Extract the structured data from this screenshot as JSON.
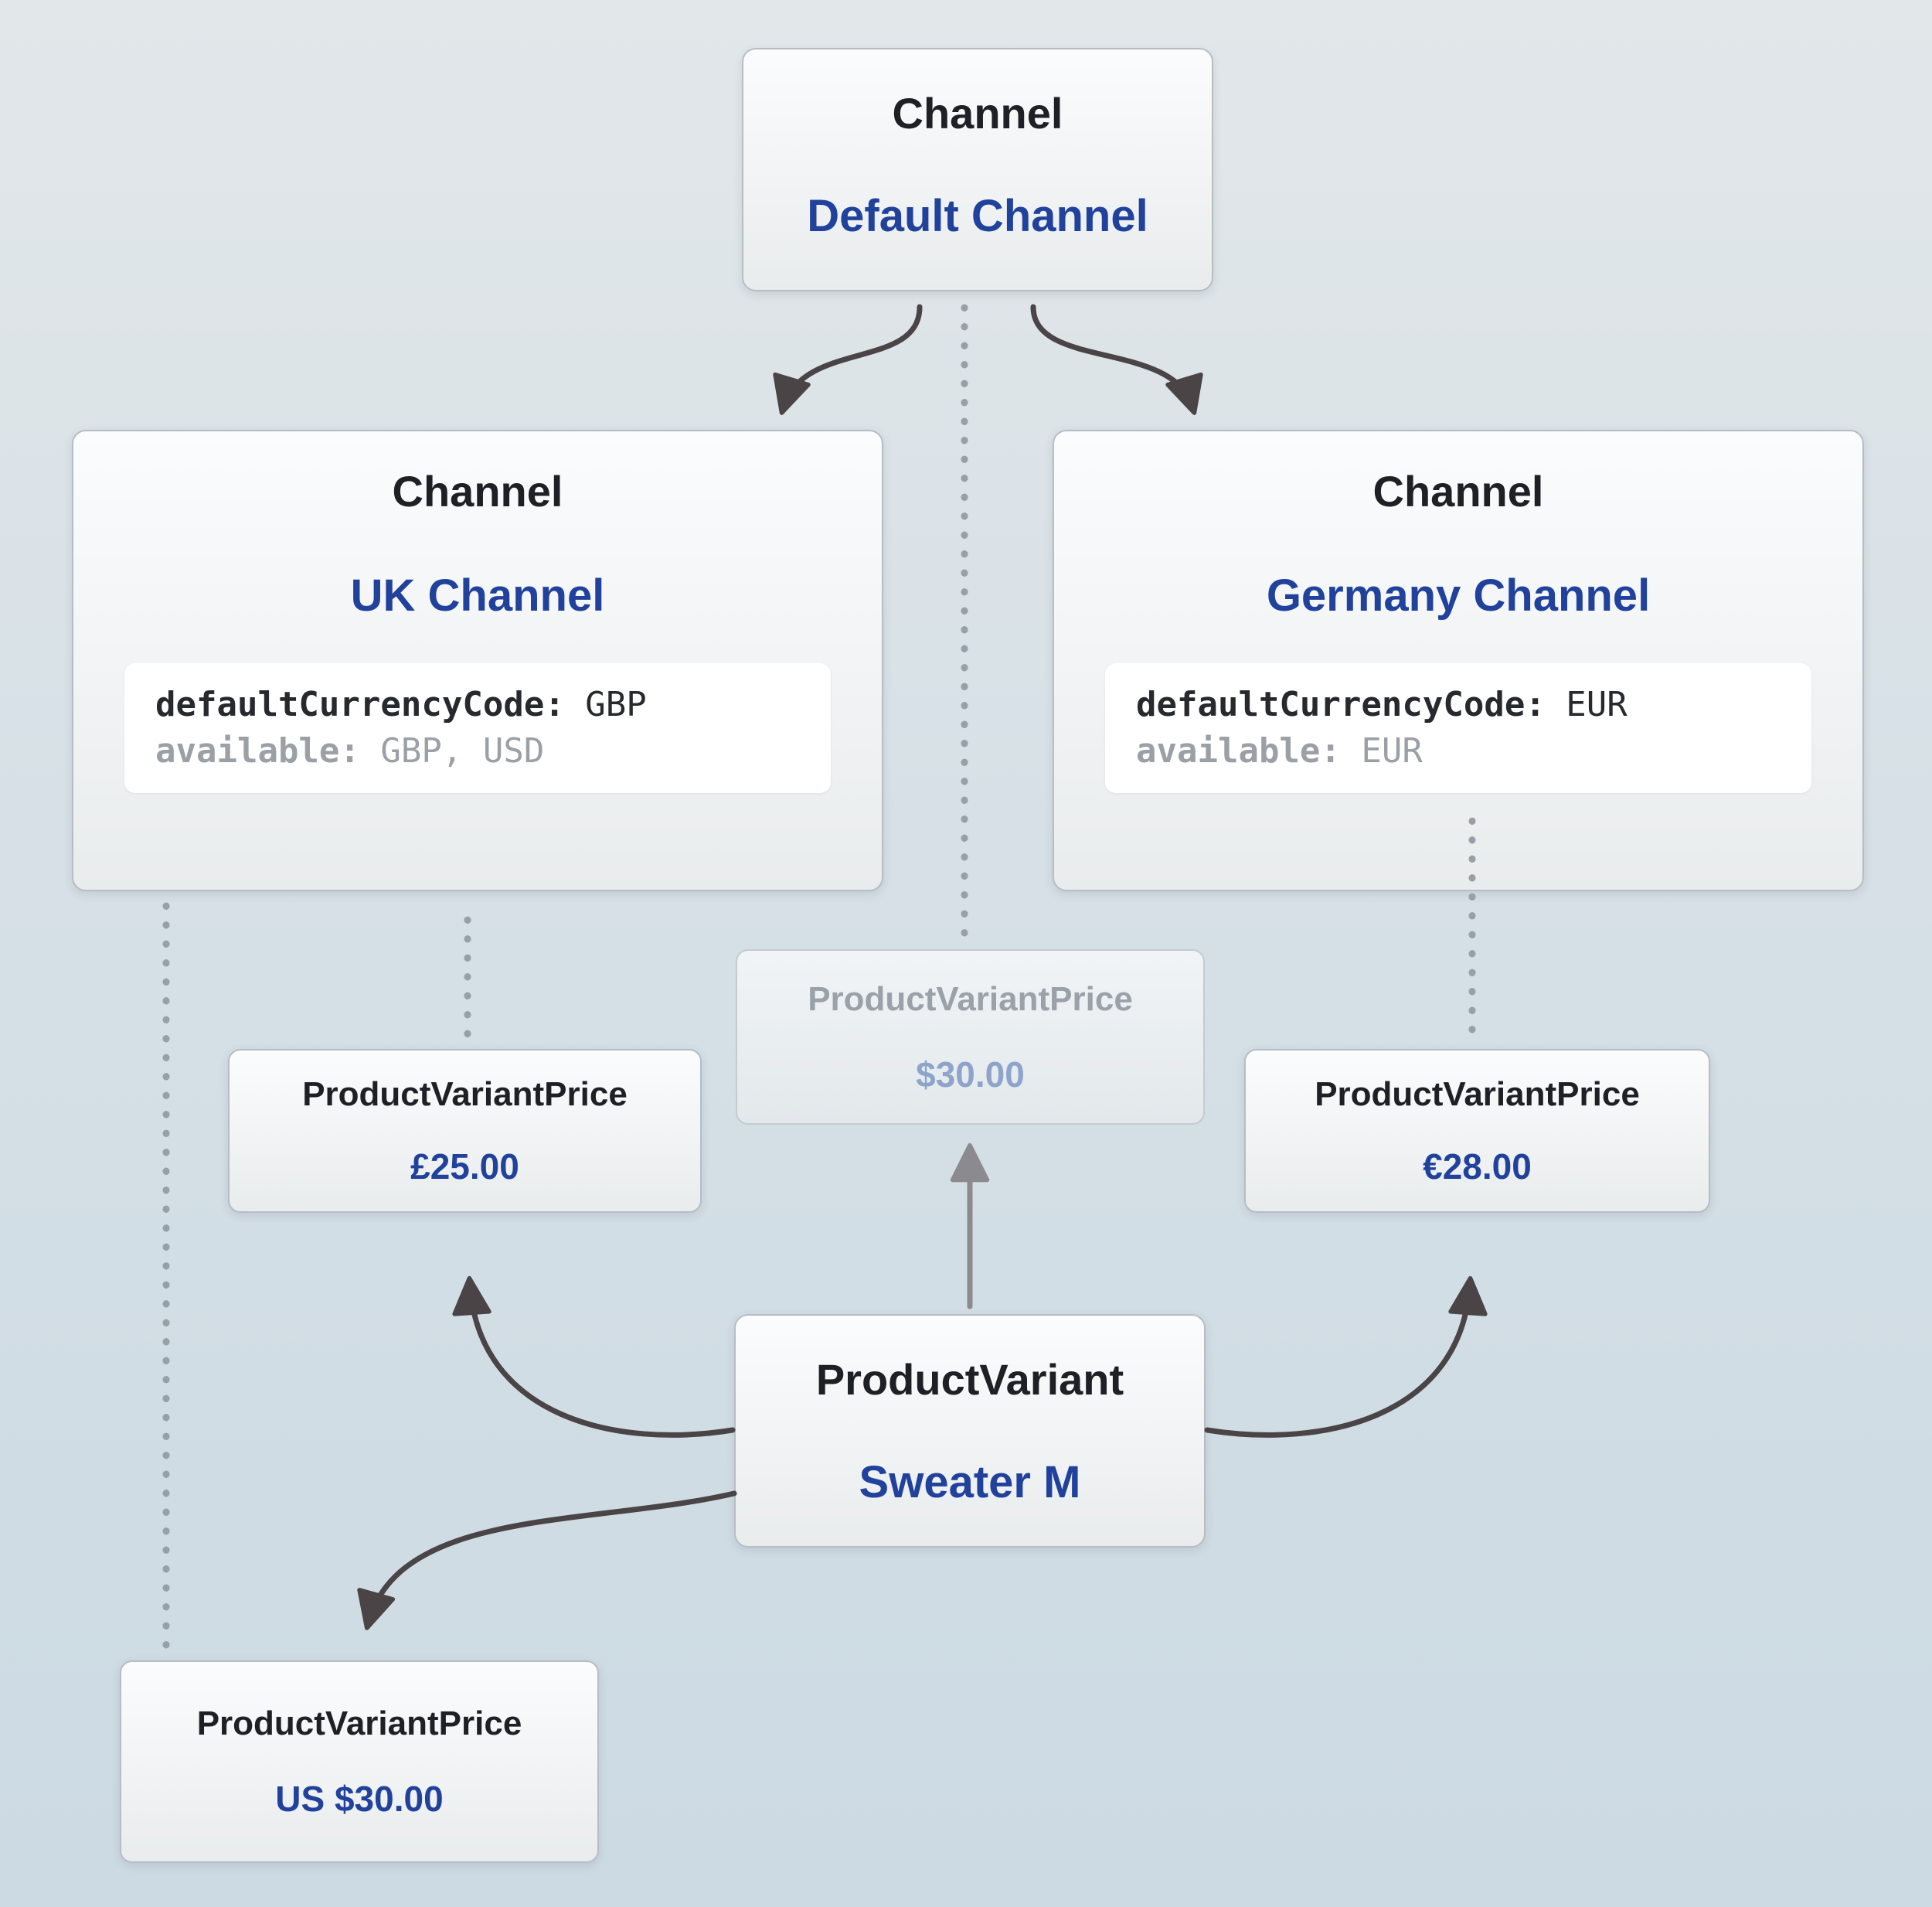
{
  "nodes": {
    "default_channel": {
      "type": "Channel",
      "name": "Default Channel"
    },
    "uk_channel": {
      "type": "Channel",
      "name": "UK Channel",
      "code_lines": [
        {
          "key": "defaultCurrencyCode:",
          "value": " GBP",
          "muted": false
        },
        {
          "key": "available:",
          "value": " GBP, USD",
          "muted": true
        }
      ]
    },
    "germany_channel": {
      "type": "Channel",
      "name": "Germany Channel",
      "code_lines": [
        {
          "key": "defaultCurrencyCode:",
          "value": " EUR",
          "muted": false
        },
        {
          "key": "available:",
          "value": " EUR",
          "muted": true
        }
      ]
    },
    "default_price": {
      "type": "ProductVariantPrice",
      "value": "$30.00",
      "faded": true
    },
    "uk_price": {
      "type": "ProductVariantPrice",
      "value": "£25.00"
    },
    "germany_price": {
      "type": "ProductVariantPrice",
      "value": "€28.00"
    },
    "us_price": {
      "type": "ProductVariantPrice",
      "value": "US $30.00"
    },
    "product_variant": {
      "type": "ProductVariant",
      "name": "Sweater M"
    }
  },
  "edges": [
    {
      "from": "default_channel",
      "to": "uk_channel",
      "style": "arrow-dark"
    },
    {
      "from": "default_channel",
      "to": "germany_channel",
      "style": "arrow-dark"
    },
    {
      "from": "default_channel",
      "to": "default_price",
      "style": "dotted"
    },
    {
      "from": "uk_channel",
      "to": "uk_price",
      "style": "dotted"
    },
    {
      "from": "uk_channel",
      "to": "us_price",
      "style": "dotted"
    },
    {
      "from": "germany_channel",
      "to": "germany_price",
      "style": "dotted"
    },
    {
      "from": "product_variant",
      "to": "default_price",
      "style": "arrow-gray"
    },
    {
      "from": "product_variant",
      "to": "uk_price",
      "style": "arrow-dark"
    },
    {
      "from": "product_variant",
      "to": "germany_price",
      "style": "arrow-dark"
    },
    {
      "from": "product_variant",
      "to": "us_price",
      "style": "arrow-dark"
    }
  ],
  "colors": {
    "background_top": "#e2e7ea",
    "background_bottom": "#ccdae3",
    "node_border": "#b7bdc3",
    "type_text": "#1d2126",
    "name_text": "#21429c",
    "muted_text": "#9aa0a6",
    "faded_value_text": "#8ea4cb",
    "arrow_dark": "#4a4446",
    "arrow_gray": "#8b8b8f",
    "dotted_line": "#97a0a7"
  }
}
